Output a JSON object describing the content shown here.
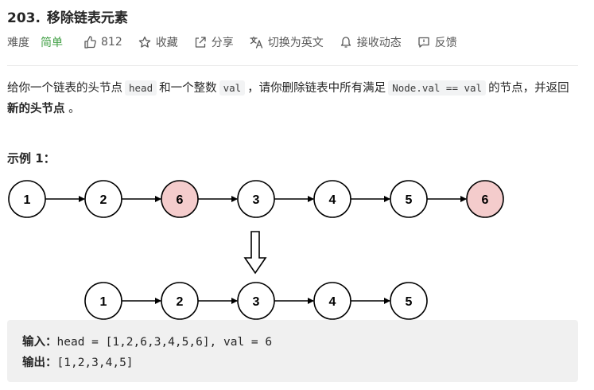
{
  "problem": {
    "number": "203.",
    "title": "移除链表元素"
  },
  "meta": {
    "difficulty_label": "难度",
    "difficulty": "简单",
    "likes": "812",
    "favorite": "收藏",
    "share": "分享",
    "switch_lang": "切换为英文",
    "notify": "接收动态",
    "feedback": "反馈"
  },
  "description": {
    "p1": "给你一个链表的头节点",
    "code1": "head",
    "p2": "和一个整数",
    "code2": "val",
    "p3": "，请你删除链表中所有满足",
    "code3": "Node.val == val",
    "p4": "的节点，并返回",
    "bold": "新的头节点",
    "p5": "。"
  },
  "example": {
    "title": "示例 1：",
    "before_nodes": [
      "1",
      "2",
      "6",
      "3",
      "4",
      "5",
      "6"
    ],
    "before_highlight": [
      false,
      false,
      true,
      false,
      false,
      false,
      true
    ],
    "after_nodes": [
      "1",
      "2",
      "3",
      "4",
      "5"
    ],
    "input_label": "输入：",
    "input_value": "head = [1,2,6,3,4,5,6], val = 6",
    "output_label": "输出：",
    "output_value": "[1,2,3,4,5]"
  },
  "colors": {
    "node_fill": "#ffffff",
    "node_highlight_fill": "#f4cccc",
    "node_stroke": "#000000",
    "difficulty_easy": "#43a047"
  }
}
